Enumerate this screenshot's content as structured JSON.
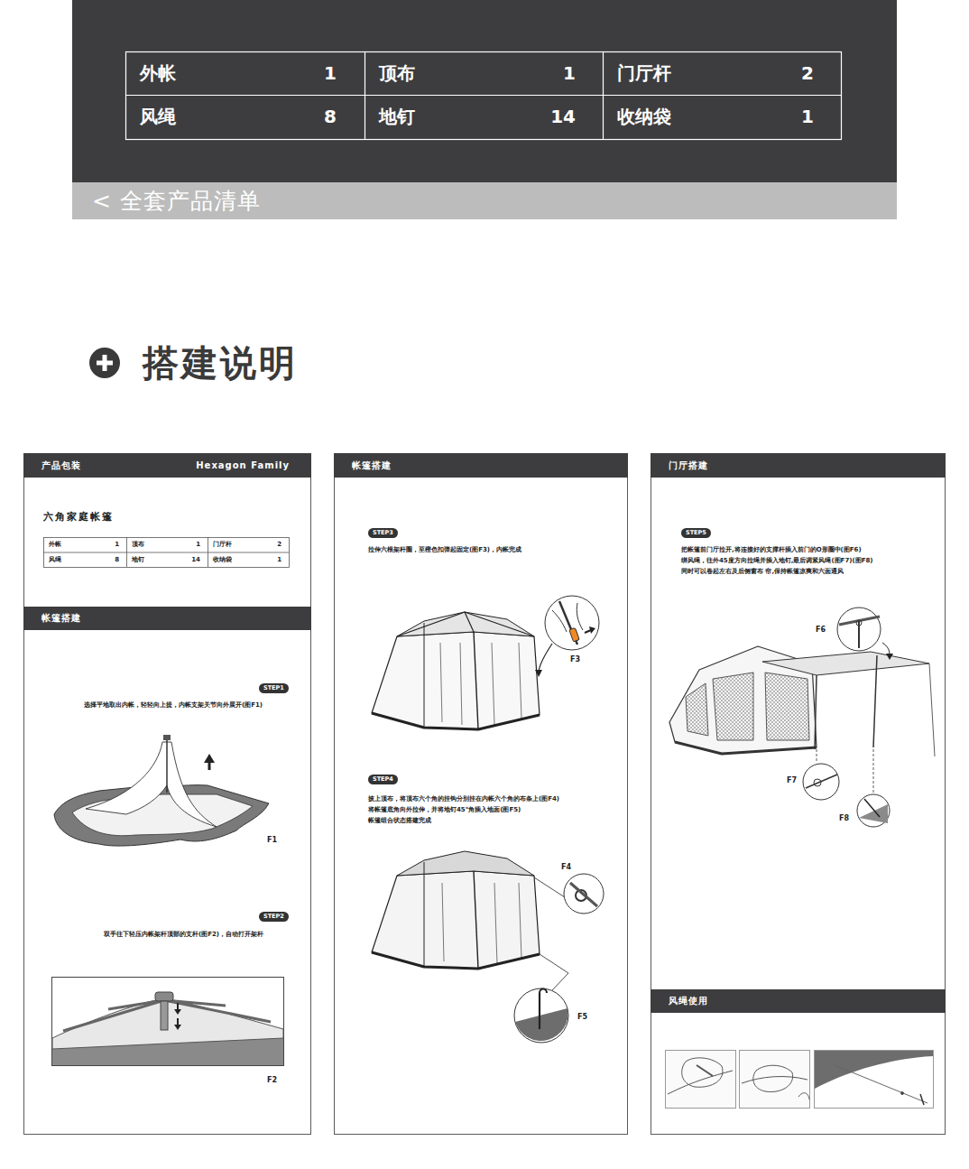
{
  "diagram": {
    "title": "搭建说明",
    "nodes": [
      {
        "text": [
          "< 全套产品清单"
        ]
      },
      {
        "text": [
          "产品包装",
          "Hexagon Family"
        ]
      },
      {
        "text": [
          "帐篷搭建"
        ],
        "in": 1
      },
      {
        "text": [
          "STEP1"
        ],
        "in": 1
      },
      {
        "text": [
          "STEP2"
        ],
        "in": 1
      },
      {
        "text": [
          "帐篷搭建"
        ]
      },
      {
        "text": [
          "STEP3"
        ],
        "in": 5
      },
      {
        "text": [
          "STEP4"
        ],
        "in": 5
      },
      {
        "text": [
          "门厅搭建"
        ]
      },
      {
        "text": [
          "STEP5"
        ],
        "in": 8
      },
      {
        "text": [
          "风绳使用"
        ],
        "in": 8
      }
    ],
    "labels": [
      "外帐",
      "1",
      "顶布",
      "1",
      "门厅杆",
      "2",
      "风绳",
      "8",
      "地钉",
      "14",
      "收纳袋",
      "1",
      "六角家庭帐篷",
      "外帐",
      "1",
      "顶布",
      "1",
      "门厅杆",
      "2",
      "风绳",
      "8",
      "地钉",
      "14",
      "收纳袋",
      "1",
      "选择平地取出内帐，轻轻向上提，内帐支架关节向外展开(图F1)",
      "F1",
      "双手往下轻压内帐架杆顶部的支杆(图F2)，自动打开架杆",
      "F2",
      "拉伸六根架杆圈，至橙色扣弹起固定(图F3)，内帐完成",
      "F3",
      "披上顶布，将顶布六个角的挂钩分别挂在内帐六个角的布条上(图F4)",
      "将帐篷底角向外拉伸，并将地钉45°角插入地面(图F5)",
      "帐篷组合状态搭建完成",
      "F4",
      "F5",
      "把帐篷前门厅拉开,将连接好的支撑杆插入前门的O形圈中(图F6)",
      "绑风绳，往外45度方向拉绳并插入地钉,最后调紧风绳(图F7)(图F8)",
      "同时可以卷起左右及后侧窗布 帘,保持帐篷凉爽和六面通风",
      "F6",
      "F7",
      "F8"
    ]
  }
}
